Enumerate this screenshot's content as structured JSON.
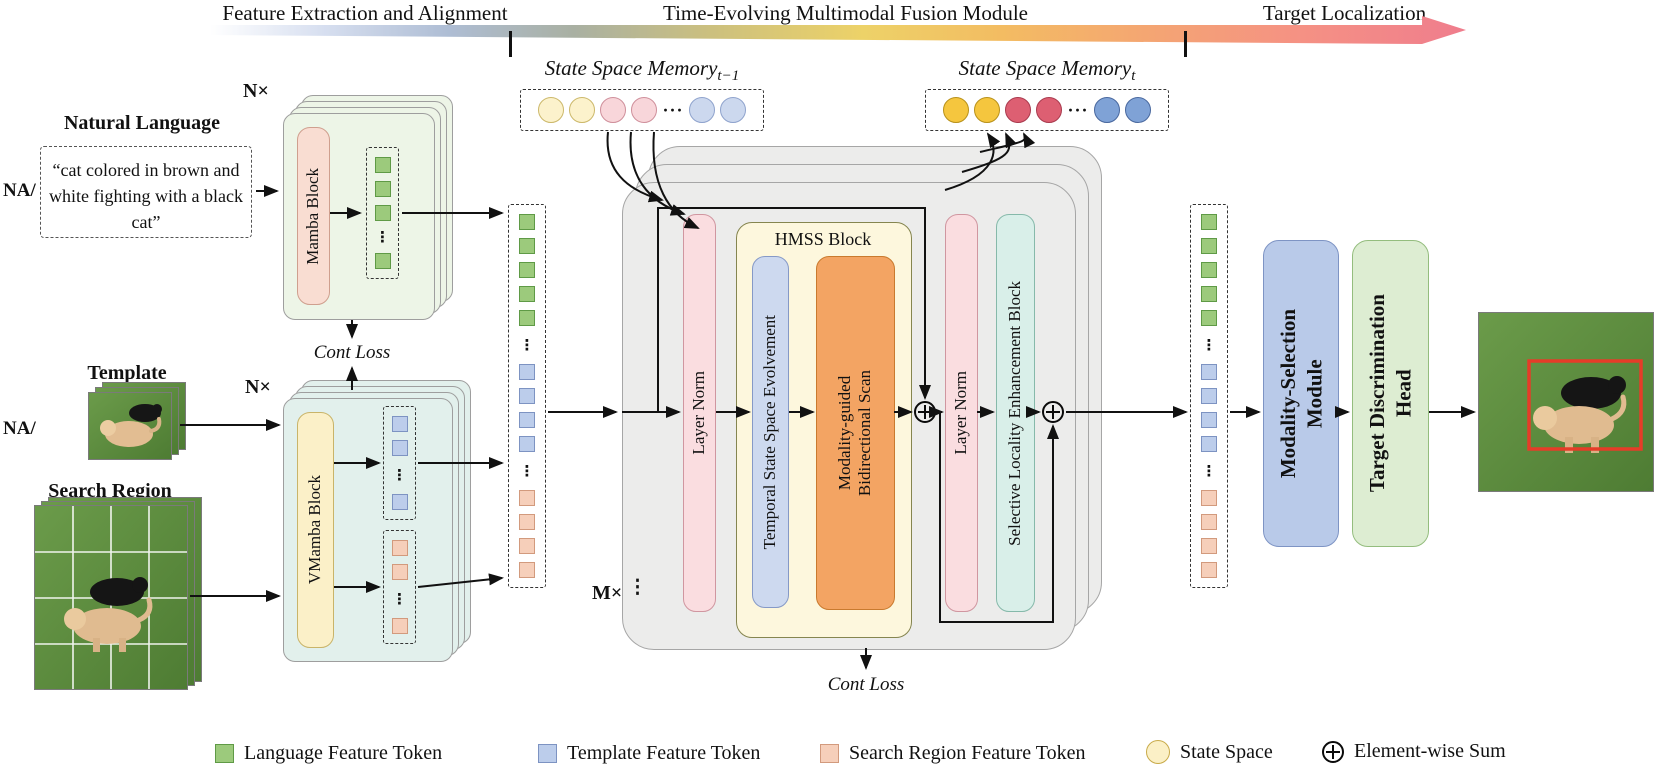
{
  "header": {
    "stages": [
      "Feature Extraction and Alignment",
      "Time-Evolving Multimodal Fusion Module",
      "Target Localization"
    ]
  },
  "inputs": {
    "natural_language_heading": "Natural Language",
    "na_language": "NA/",
    "query_text": "“cat colored in brown and white fighting with a black cat”",
    "template_heading": "Template",
    "na_template": "NA/",
    "search_region_heading": "Search Region"
  },
  "encoders": {
    "repeat_language": "N×",
    "mamba_block": "Mamba Block",
    "cont_loss": "Cont Loss",
    "repeat_vision": "N×",
    "vmamba_block": "VMamba Block"
  },
  "memory": {
    "prev_title": "State Space Memory",
    "prev_sub": "t−1",
    "curr_title": "State Space Memory",
    "curr_sub": "t",
    "ellipsis": "···"
  },
  "fusion": {
    "repeat": "M×",
    "repeat_dots": "⋮",
    "layer_norm_1": "Layer Norm",
    "hmss_title": "HMSS Block",
    "temporal_block": "Temporal State Space Evolvement",
    "modality_scan_block": "Modality-guided\nBidirectional Scan",
    "layer_norm_2": "Layer Norm",
    "selective_block": "Selective Locality Enhancement Block",
    "cont_loss": "Cont Loss"
  },
  "heads": {
    "modality_selection": "Modality-Selection\nModule",
    "target_discrimination": "Target Discrimination\nHead"
  },
  "tokens": {
    "vdots": "⋮"
  },
  "legend": {
    "items": [
      {
        "label": "Language Feature Token"
      },
      {
        "label": "Template Feature Token"
      },
      {
        "label": "Search Region Feature Token"
      },
      {
        "label": "State Space"
      },
      {
        "label": "Element-wise Sum"
      }
    ]
  },
  "colors": {
    "language_token": "#9CCA7C",
    "template_token": "#BCCDEB",
    "search_token": "#F6CFBA",
    "state_space_pale_yellow": "#FCF2CC",
    "state_space_pale_pink": "#F8D6DA",
    "state_space_pale_blue": "#CCD8EE",
    "state_space_yellow": "#F5C63E",
    "state_space_red": "#DD5F72",
    "state_space_blue": "#7FA2D6",
    "mamba_fill": "#F9DDD2",
    "vmamba_fill": "#FBF0C8",
    "layer_norm_fill": "#FADDE0",
    "temporal_fill": "#CDD9EF",
    "modality_scan_fill": "#F3A463",
    "selective_fill": "#D9EFE9",
    "modality_selection_fill": "#B9CAE9",
    "target_head_fill": "#DDEDD2",
    "bbox_red": "#E63C28"
  }
}
